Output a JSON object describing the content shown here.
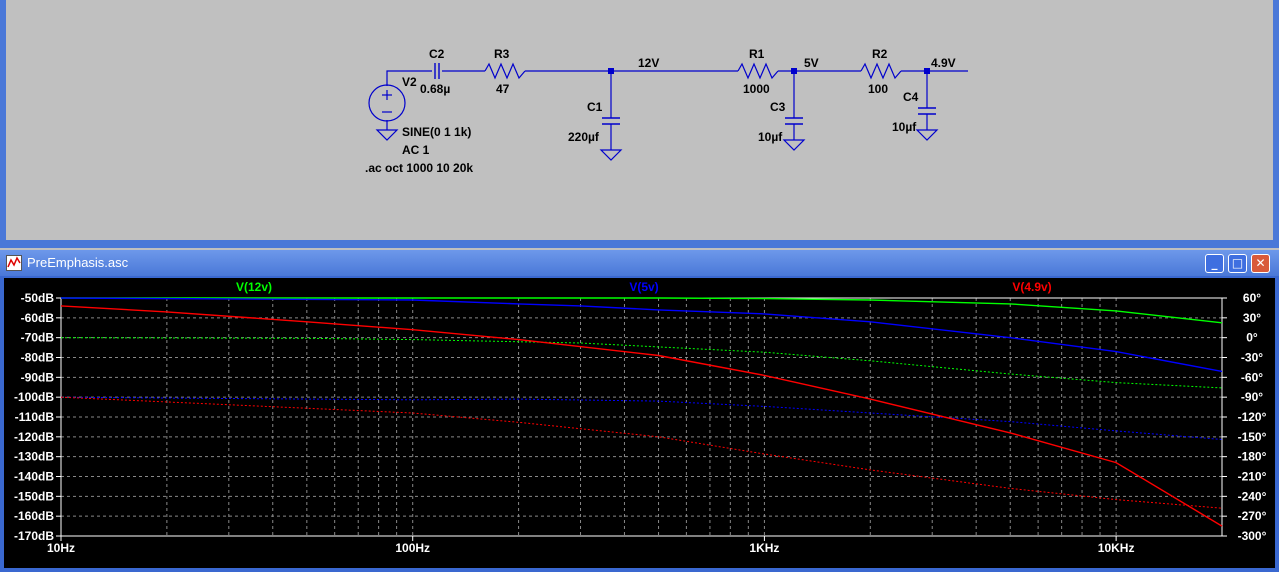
{
  "schematic": {
    "labels": {
      "c2": "C2",
      "c2_value": "0.68µ",
      "v2": "V2",
      "v2_sine": "SINE(0 1 1k)",
      "v2_ac": "AC 1",
      "directive": ".ac oct 1000 10 20k",
      "r3": "R3",
      "r3_value": "47",
      "c1": "C1",
      "c1_value": "220µf",
      "node_12v": "12V",
      "r1": "R1",
      "r1_value": "1000",
      "node_5v": "5V",
      "c3": "C3",
      "c3_value": "10µf",
      "r2": "R2",
      "r2_value": "100",
      "node_49v": "4.9V",
      "c4": "C4",
      "c4_value": "10µf"
    },
    "wire_color": "#0000cc",
    "component_color": "#0000cc"
  },
  "plot_window": {
    "title": "PreEmphasis.asc",
    "minimize_symbol": "_",
    "maximize_symbol": "□",
    "close_symbol": "✕"
  },
  "chart_data": {
    "type": "line",
    "x_scale": "log",
    "xlim": [
      10,
      20000
    ],
    "ylim": [
      -170,
      -50
    ],
    "y2lim": [
      -300,
      60
    ],
    "x_ticks": [
      {
        "value": 10,
        "label": "10Hz"
      },
      {
        "value": 100,
        "label": "100Hz"
      },
      {
        "value": 1000,
        "label": "1KHz"
      },
      {
        "value": 10000,
        "label": "10KHz"
      }
    ],
    "y_ticks": [
      {
        "value": -50,
        "label": "-50dB"
      },
      {
        "value": -60,
        "label": "-60dB"
      },
      {
        "value": -70,
        "label": "-70dB"
      },
      {
        "value": -80,
        "label": "-80dB"
      },
      {
        "value": -90,
        "label": "-90dB"
      },
      {
        "value": -100,
        "label": "-100dB"
      },
      {
        "value": -110,
        "label": "-110dB"
      },
      {
        "value": -120,
        "label": "-120dB"
      },
      {
        "value": -130,
        "label": "-130dB"
      },
      {
        "value": -140,
        "label": "-140dB"
      },
      {
        "value": -150,
        "label": "-150dB"
      },
      {
        "value": -160,
        "label": "-160dB"
      },
      {
        "value": -170,
        "label": "-170dB"
      }
    ],
    "y2_ticks": [
      {
        "value": 60,
        "label": "60°"
      },
      {
        "value": 30,
        "label": "30°"
      },
      {
        "value": 0,
        "label": "0°"
      },
      {
        "value": -30,
        "label": "-30°"
      },
      {
        "value": -60,
        "label": "-60°"
      },
      {
        "value": -90,
        "label": "-90°"
      },
      {
        "value": -120,
        "label": "-120°"
      },
      {
        "value": -150,
        "label": "-150°"
      },
      {
        "value": -180,
        "label": "-180°"
      },
      {
        "value": -210,
        "label": "-210°"
      },
      {
        "value": -240,
        "label": "-240°"
      },
      {
        "value": -270,
        "label": "-270°"
      },
      {
        "value": -300,
        "label": "-300°"
      }
    ],
    "grid": true,
    "series": [
      {
        "name": "V(12v)",
        "color": "#00ff00",
        "magnitude": [
          [
            10,
            -50
          ],
          [
            100,
            -50
          ],
          [
            500,
            -50
          ],
          [
            1000,
            -50.3
          ],
          [
            2000,
            -51
          ],
          [
            5000,
            -53
          ],
          [
            10000,
            -56.5
          ],
          [
            20000,
            -62.5
          ]
        ],
        "phase": [
          [
            10,
            0
          ],
          [
            50,
            -1
          ],
          [
            100,
            -3
          ],
          [
            300,
            -8
          ],
          [
            1000,
            -22
          ],
          [
            2000,
            -35
          ],
          [
            5000,
            -55
          ],
          [
            10000,
            -68
          ],
          [
            20000,
            -76
          ]
        ]
      },
      {
        "name": "V(5v)",
        "color": "#0000ff",
        "magnitude": [
          [
            10,
            -50
          ],
          [
            100,
            -51
          ],
          [
            200,
            -53
          ],
          [
            300,
            -54
          ],
          [
            500,
            -56
          ],
          [
            1000,
            -58
          ],
          [
            2000,
            -62
          ],
          [
            5000,
            -70
          ],
          [
            10000,
            -77
          ],
          [
            20000,
            -87
          ]
        ],
        "phase": [
          [
            10,
            -90
          ],
          [
            30,
            -92
          ],
          [
            100,
            -94
          ],
          [
            200,
            -93
          ],
          [
            500,
            -96
          ],
          [
            1000,
            -104
          ],
          [
            2000,
            -114
          ],
          [
            5000,
            -127
          ],
          [
            10000,
            -141
          ],
          [
            20000,
            -154
          ]
        ]
      },
      {
        "name": "V(4.9v)",
        "color": "#ff0000",
        "magnitude": [
          [
            10,
            -54
          ],
          [
            20,
            -57
          ],
          [
            50,
            -62
          ],
          [
            100,
            -66
          ],
          [
            200,
            -71
          ],
          [
            500,
            -79
          ],
          [
            1000,
            -89
          ],
          [
            2000,
            -101
          ],
          [
            5000,
            -118
          ],
          [
            10000,
            -133
          ],
          [
            20000,
            -165
          ]
        ],
        "phase": [
          [
            10,
            -90
          ],
          [
            100,
            -114
          ],
          [
            200,
            -128
          ],
          [
            500,
            -150
          ],
          [
            1000,
            -176
          ],
          [
            2000,
            -200
          ],
          [
            5000,
            -228
          ],
          [
            10000,
            -245
          ],
          [
            20000,
            -258
          ]
        ]
      }
    ]
  }
}
